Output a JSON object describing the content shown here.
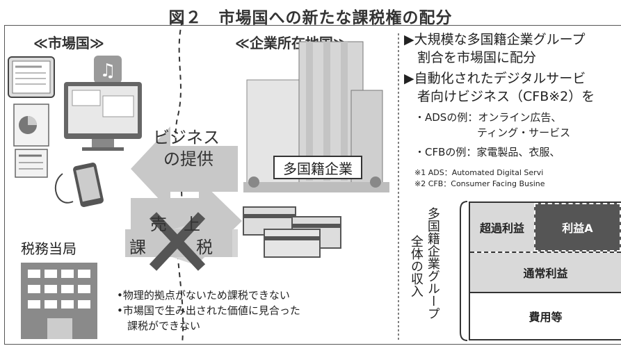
{
  "title": "図２　市場国への新たな課税権の配分",
  "left": {
    "market_header": "≪市場国≫",
    "company_header": "≪企業所在地国≫",
    "company_label": "多国籍企業",
    "business_arrow": [
      "ビジネス",
      "の提供"
    ],
    "sales_arrow": "売　上",
    "tax_arrow": [
      "課",
      "税"
    ],
    "tax_authority": "税務当局",
    "bullets": [
      "•物理的拠点がないため課税できない",
      "•市場国で生み出された価値に見合った",
      "　課税ができない"
    ]
  },
  "right": {
    "lines": [
      "▶大規模な多国籍企業グループ",
      "　割合を市場国に配分",
      "▶自動化されたデジタルサービ",
      "　者向けビジネス（CFB※2）を"
    ],
    "examples": [
      "・ADSの例：オンライン広告、",
      "　　　　　　ティング・サービス",
      "・CFBの例：家電製品、衣服、"
    ],
    "notes": [
      "※1 ADS：Automated Digital Servi",
      "※2 CFB：Consumer Facing Busine"
    ],
    "vertical_label": [
      "多国籍企業グループ",
      "全体の収入"
    ],
    "cells": {
      "excess": "超過利益",
      "amount_a": "利益A",
      "routine": "通常利益",
      "costs": "費用等"
    }
  },
  "colors": {
    "arrow": "#c8c8c8",
    "amount_a_bg": "#555555",
    "cell_light": "#d9d9d9",
    "cross": "#555555"
  }
}
